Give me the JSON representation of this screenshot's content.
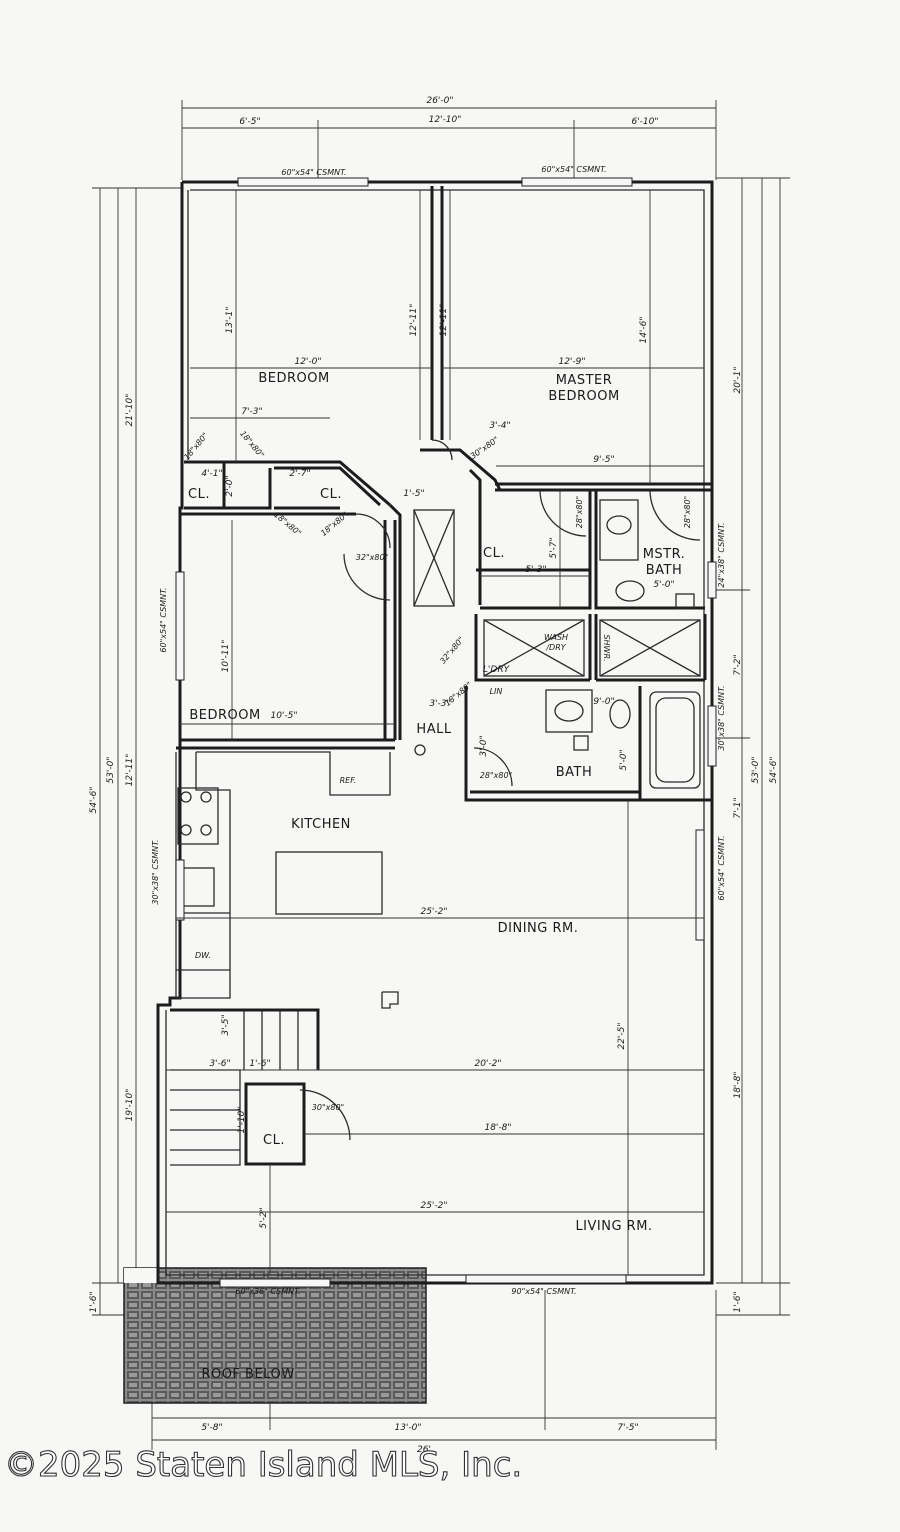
{
  "rooms": {
    "bedroom1": "BEDROOM",
    "master_line1": "MASTER",
    "master_line2": "BEDROOM",
    "bedroom2": "BEDROOM",
    "closet": "CL.",
    "mstr_bath_line1": "MSTR.",
    "mstr_bath_line2": "BATH",
    "laundry": "L'DRY",
    "wash_dry_line1": "WASH",
    "wash_dry_line2": "/DRY",
    "lin": "LIN",
    "hall": "HALL",
    "bath": "BATH",
    "kitchen": "KITCHEN",
    "dining": "DINING RM.",
    "living": "LIVING RM.",
    "roof": "ROOF BELOW",
    "ref": "REF.",
    "dw": "DW.",
    "shwr": "SHWR."
  },
  "dims": {
    "overall_width": "26'-0\"",
    "top_left": "6'-5\"",
    "top_mid": "12'-10\"",
    "top_right": "6'-10\"",
    "bot_left": "5'-8\"",
    "bot_mid": "13'-0\"",
    "bot_right": "7'-5\"",
    "bot_total": "26'",
    "left_overall": "54'-6\"",
    "left_53": "53'-0\"",
    "left_21": "21'-10\"",
    "left_12": "12'-11\"",
    "left_19": "19'-10\"",
    "left_1_6": "1'-6\"",
    "right_overall": "54'-6\"",
    "right_53": "53'-0\"",
    "right_20": "20'-1\"",
    "right_7_2": "7'-2\"",
    "right_7_1": "7'-1\"",
    "right_18": "18'-8\"",
    "right_1_6": "1'-6\"",
    "bed1_w": "12'-0\"",
    "bed1_h": "13'-1\"",
    "bed1_h2": "12'-11\"",
    "master_w": "12'-9\"",
    "master_h": "14'-6\"",
    "master_h2": "12'-11\"",
    "bed2_w": "10'-5\"",
    "bed2_h": "10'-11\"",
    "dining_w": "25'-2\"",
    "dining_h": "22'-5\"",
    "stairs_w": "20'-2\"",
    "stair_3_6": "3'-6\"",
    "stair_1_6": "1'-6\"",
    "stair_3_5": "3'-5\"",
    "cl_18_8": "18'-8\"",
    "living_w": "25'-2\"",
    "living_5_2": "5'-2\"",
    "cl_4_1": "4'-1\"",
    "cl_2_7": "2'-7\"",
    "bath_9_5": "9'-5\"",
    "d_7_3": "7'-3\"",
    "d_5_3": "5'-3\"",
    "d_5_7": "5'-7\"",
    "d_5_0": "5'-0\"",
    "d_3_0": "3'-0\"",
    "d_9_0": "9'-0\"",
    "d_3_3": "3'-3\"",
    "d_1_5": "1'-5\"",
    "d_2_0": "2'-0\"",
    "d_1_10": "1'-10\"",
    "d_3_4": "3'-4\""
  },
  "windows": {
    "w_top_left": "60\"x54\" CSMNT.",
    "w_top_right": "60\"x54\" CSMNT.",
    "w_left_bed2": "60\"x54\" CSMNT.",
    "w_right_mbath": "24\"x38\" CSMNT.",
    "w_right_bath": "30\"x38\" CSMNT.",
    "w_left_kitchen": "30\"x38\" CSMNT.",
    "w_right_dining": "60\"x54\" CSMNT.",
    "w_bot_left": "60\"x36\" CSMNT.",
    "w_bot_right": "90\"x54\" CSMNT."
  },
  "doors": {
    "d1": "18\"x80\"",
    "d2": "18\"x80\"",
    "d3": "18\"x80\"",
    "d4": "18\"x80\"",
    "d5": "32\"x80\"",
    "d6": "30\"x80\"",
    "d7": "28\"x80\"",
    "d8": "28\"x80\"",
    "d9": "32\"x80\"",
    "d10": "28\"x80\"",
    "d11": "30\"x80\"",
    "d12": "18\"x80\""
  },
  "watermark": "©2025 Staten Island MLS, Inc."
}
